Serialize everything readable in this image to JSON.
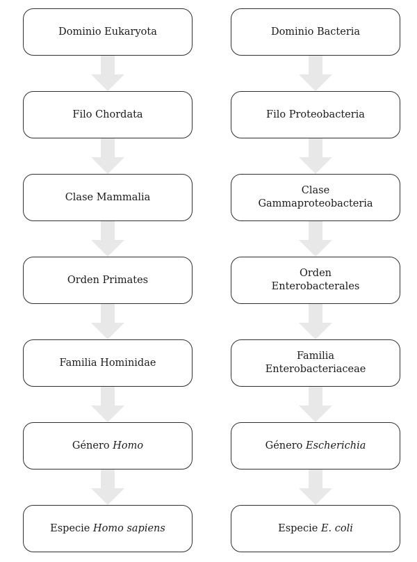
{
  "style": {
    "background": "#ffffff",
    "box_border_color": "#2f2f2f",
    "box_fill_color": "#ffffff",
    "text_color": "#1a1a1a",
    "arrow_color": "#e8e8e8"
  },
  "left_column": {
    "box1": {
      "text": "Dominio Eukaryota"
    },
    "box2": {
      "text": "Filo Chordata"
    },
    "box3": {
      "text": "Clase Mammalia"
    },
    "box4": {
      "text": "Orden Primates"
    },
    "box5": {
      "text": "Familia Hominidae"
    },
    "box6": {
      "prefix": "Género ",
      "italic": "Homo"
    },
    "box7": {
      "prefix": "Especie ",
      "italic": "Homo sapiens"
    }
  },
  "right_column": {
    "box1": {
      "text": "Dominio Bacteria"
    },
    "box2": {
      "text": "Filo Proteobacteria"
    },
    "box3": {
      "line1": "Clase",
      "line2": "Gammaproteobacteria"
    },
    "box4": {
      "line1": "Orden",
      "line2": "Enterobacterales"
    },
    "box5": {
      "line1": "Familia",
      "line2": "Enterobacteriaceae"
    },
    "box6": {
      "prefix": "Género ",
      "italic": "Escherichia"
    },
    "box7": {
      "prefix": "Especie ",
      "italic": "E. coli"
    }
  }
}
